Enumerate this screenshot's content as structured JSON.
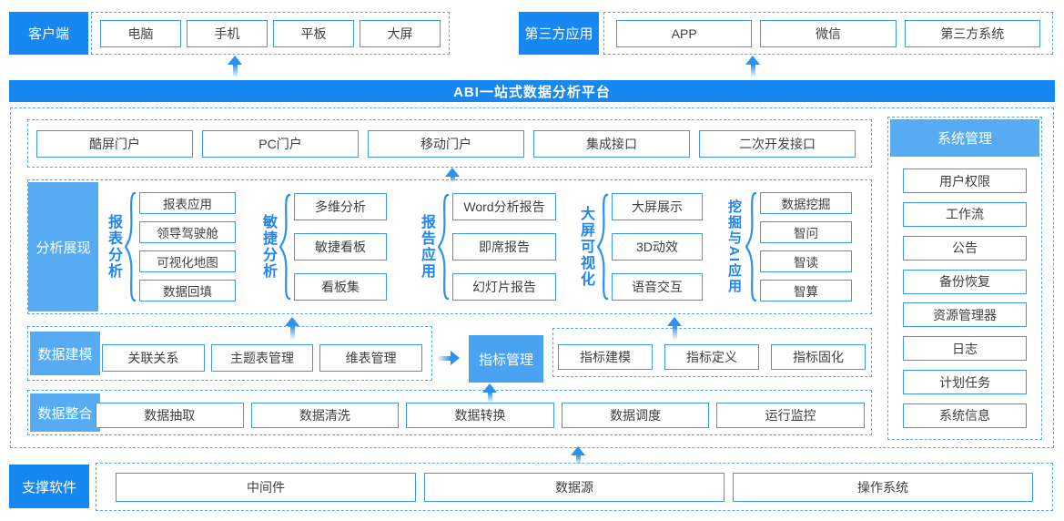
{
  "client": {
    "label": "客户端",
    "items": [
      "电脑",
      "手机",
      "平板",
      "大屏"
    ]
  },
  "third_party": {
    "label": "第三方应用",
    "items": [
      "APP",
      "微信",
      "第三方系统"
    ]
  },
  "banner": {
    "title": "ABI一站式数据分析平台"
  },
  "portals": [
    "酷屏门户",
    "PC门户",
    "移动门户",
    "集成接口",
    "二次开发接口"
  ],
  "analysis": {
    "label": "分析展现",
    "groups": [
      {
        "caption": "报表分析",
        "items": [
          "报表应用",
          "领导驾驶舱",
          "可视化地图",
          "数据回填"
        ]
      },
      {
        "caption": "敏捷分析",
        "items": [
          "多维分析",
          "敏捷看板",
          "看板集"
        ]
      },
      {
        "caption": "报告应用",
        "items": [
          "Word分析报告",
          "即席报告",
          "幻灯片报告"
        ]
      },
      {
        "caption": "大屏可视化",
        "items": [
          "大屏展示",
          "3D动效",
          "语音交互"
        ]
      },
      {
        "caption": "挖掘与AI应用",
        "items": [
          "数据挖掘",
          "智问",
          "智读",
          "智算"
        ]
      }
    ]
  },
  "modeling": {
    "label": "数据建模",
    "items": [
      "关联关系",
      "主题表管理",
      "维表管理"
    ],
    "highlight": "指标管理",
    "indicator_items": [
      "指标建模",
      "指标定义",
      "指标固化"
    ]
  },
  "integration": {
    "label": "数据整合",
    "items": [
      "数据抽取",
      "数据清洗",
      "数据转换",
      "数据调度",
      "运行监控"
    ]
  },
  "system": {
    "label": "系统管理",
    "items": [
      "用户权限",
      "工作流",
      "公告",
      "备份恢复",
      "资源管理器",
      "日志",
      "计划任务",
      "系统信息"
    ]
  },
  "support": {
    "label": "支撑软件",
    "items": [
      "中间件",
      "数据源",
      "操作系统"
    ]
  },
  "colors": {
    "primary": "#1787f2",
    "light_blue": "#57abf3",
    "box_border": "#3f97ec",
    "dashed": "#58a9f1",
    "accent": "#2b92f2"
  }
}
